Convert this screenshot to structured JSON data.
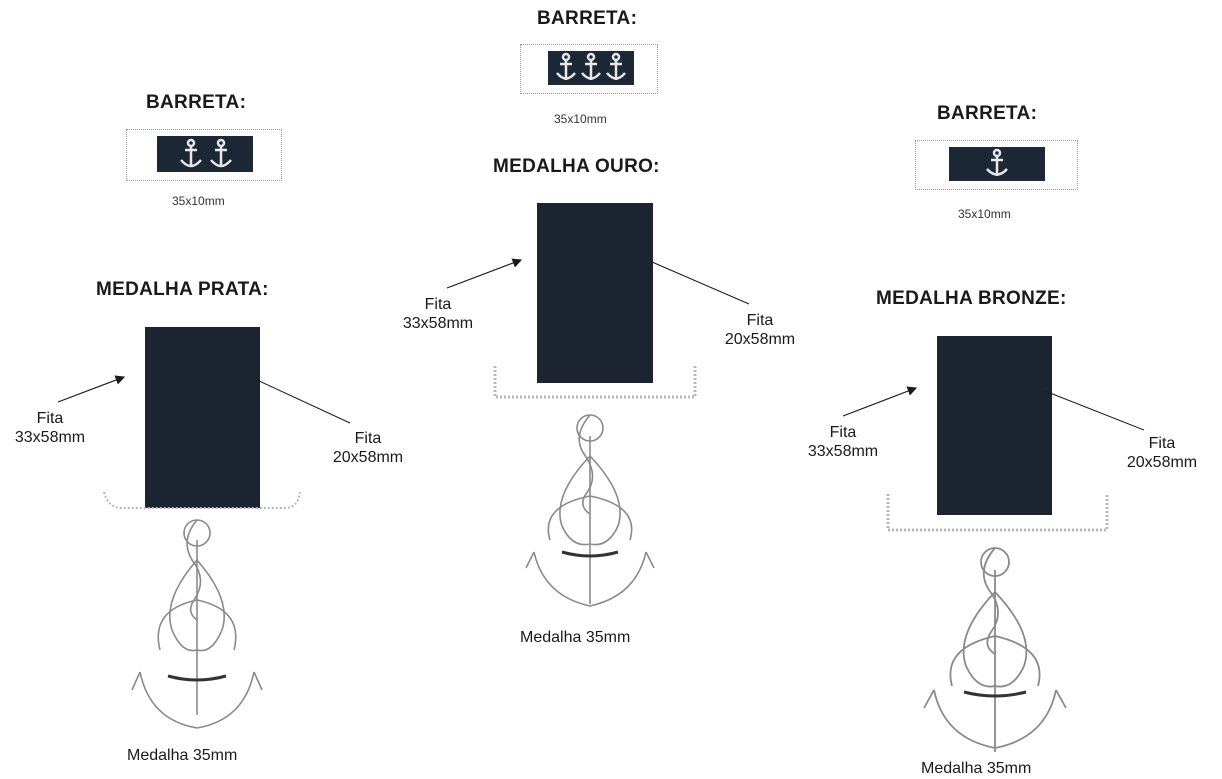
{
  "silver": {
    "bar_heading": "BARRETA:",
    "bar_size": "35x10mm",
    "bar_anchor_count": 2,
    "medal_heading": "MEDALHA PRATA:",
    "left_label_1": "Fita",
    "left_label_2": "33x58mm",
    "right_label_1": "Fita",
    "right_label_2": "20x58mm",
    "caption": "Medalha 35mm"
  },
  "gold": {
    "bar_heading": "BARRETA:",
    "bar_size": "35x10mm",
    "bar_anchor_count": 3,
    "medal_heading": "MEDALHA OURO:",
    "left_label_1": "Fita",
    "left_label_2": "33x58mm",
    "right_label_1": "Fita",
    "right_label_2": "20x58mm",
    "caption": "Medalha 35mm"
  },
  "bronze": {
    "bar_heading": "BARRETA:",
    "bar_size": "35x10mm",
    "bar_anchor_count": 1,
    "medal_heading": "MEDALHA BRONZE:",
    "left_label_1": "Fita",
    "left_label_2": "33x58mm",
    "right_label_1": "Fita",
    "right_label_2": "20x58mm",
    "caption": "Medalha 35mm"
  },
  "colors": {
    "ribbon": "#1c2431",
    "bar_field": "#1d2836",
    "anchor_on_bar": "#e8e8e8",
    "medal_line": "#8a8a8a"
  }
}
